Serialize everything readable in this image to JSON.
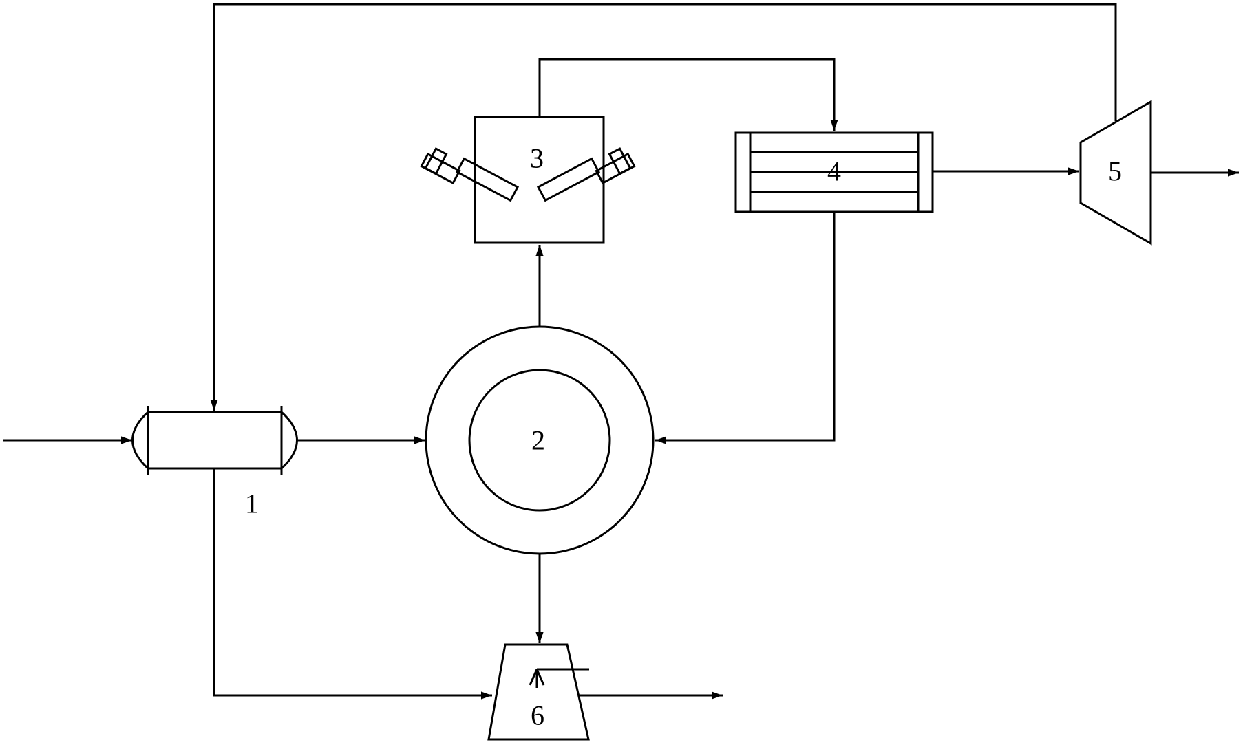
{
  "colors": {
    "stroke": "#000000",
    "background": "#ffffff"
  },
  "units": [
    {
      "id": "unit-1",
      "label": "1"
    },
    {
      "id": "unit-2",
      "label": "2"
    },
    {
      "id": "unit-3",
      "label": "3"
    },
    {
      "id": "unit-4",
      "label": "4"
    },
    {
      "id": "unit-5",
      "label": "5"
    },
    {
      "id": "unit-6",
      "label": "6"
    }
  ]
}
